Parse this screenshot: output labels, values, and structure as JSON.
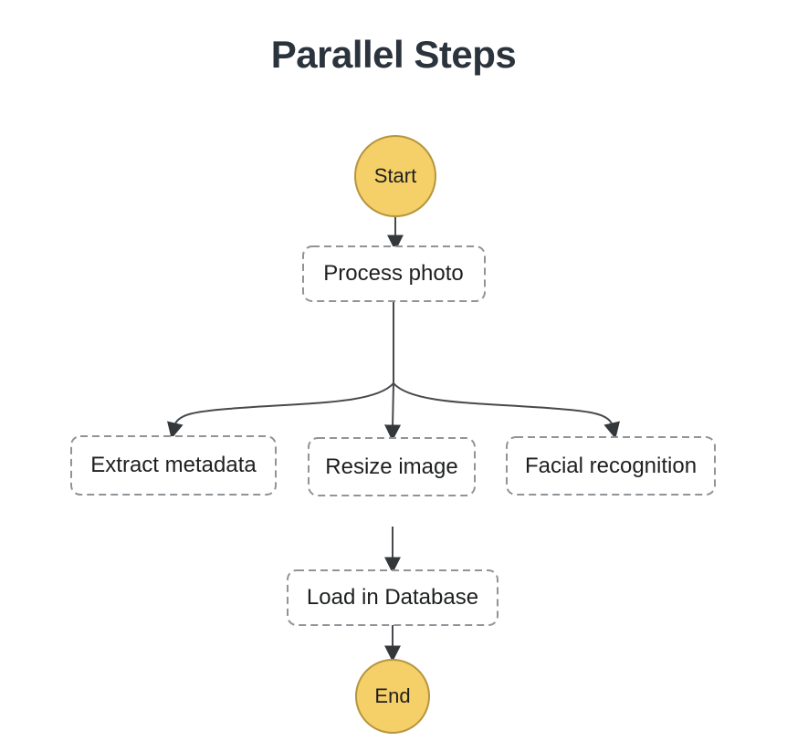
{
  "diagram": {
    "title": "Parallel Steps",
    "colors": {
      "background": "#ffffff",
      "title_text": "#2b333d",
      "terminal_fill": "#f5cf68",
      "terminal_border": "#b5953e",
      "dashed_border": "#8f9498",
      "arrow": "#47494c",
      "label_text": "#1d1f20"
    },
    "nodes": {
      "start": {
        "label": "Start",
        "shape": "circle"
      },
      "process_photo": {
        "label": "Process photo",
        "shape": "dashed-box"
      },
      "parallel_branches": [
        {
          "label": "Extract metadata"
        },
        {
          "label": "Resize image"
        },
        {
          "label": "Facial recognition"
        }
      ],
      "load_in_database": {
        "label": "Load in Database",
        "shape": "dashed-box"
      },
      "end": {
        "label": "End",
        "shape": "circle"
      }
    },
    "edges": [
      {
        "from": "Start",
        "to": "Process photo"
      },
      {
        "from": "Process photo",
        "to": "Extract metadata"
      },
      {
        "from": "Process photo",
        "to": "Resize image"
      },
      {
        "from": "Process photo",
        "to": "Facial recognition"
      },
      {
        "from": "Parallel group",
        "to": "Load in Database"
      },
      {
        "from": "Load in Database",
        "to": "End"
      }
    ]
  }
}
